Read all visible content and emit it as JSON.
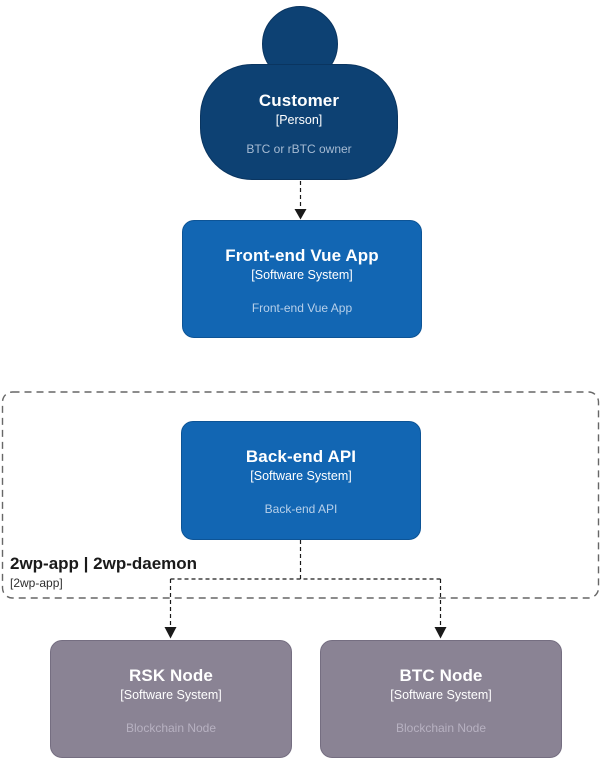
{
  "nodes": {
    "customer": {
      "title": "Customer",
      "meta": "[Person]",
      "description": "BTC or rBTC owner"
    },
    "frontend": {
      "title": "Front-end Vue App",
      "meta": "[Software System]",
      "description": "Front-end Vue App"
    },
    "backend": {
      "title": "Back-end API",
      "meta": "[Software System]",
      "description": "Back-end API"
    },
    "rsk": {
      "title": "RSK Node",
      "meta": "[Software System]",
      "description": "Blockchain Node"
    },
    "btc": {
      "title": "BTC Node",
      "meta": "[Software System]",
      "description": "Blockchain Node"
    }
  },
  "boundary": {
    "title": "2wp-app | 2wp-daemon",
    "meta": "[2wp-app]"
  },
  "colors": {
    "person_fill": "#0d4173",
    "system_fill": "#1266b3",
    "external_system_fill": "#8a8394",
    "boundary_stroke": "#676767",
    "connector_stroke": "#1a1a1a",
    "canvas_background": "#ffffff"
  }
}
